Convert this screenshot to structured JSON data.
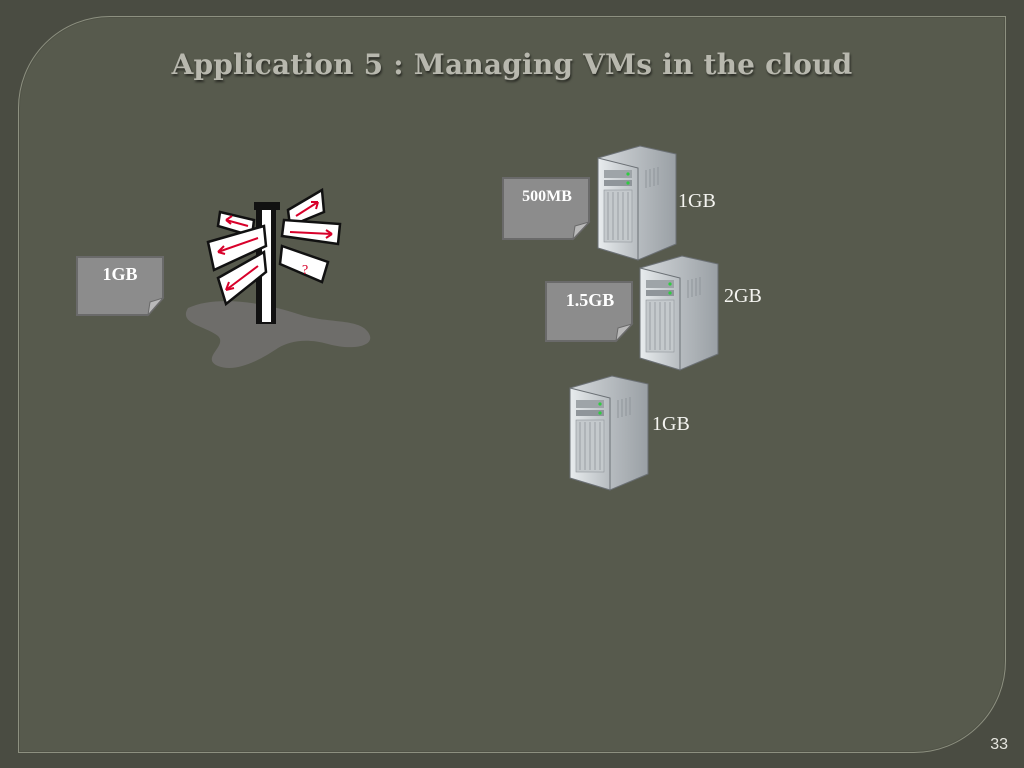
{
  "slide": {
    "title": "Application 5 : Managing VMs in the cloud",
    "page_number": "33"
  },
  "pending_vm": {
    "label": "1GB"
  },
  "servers": [
    {
      "vm_label": "500MB",
      "capacity": "1GB"
    },
    {
      "vm_label": "1.5GB",
      "capacity": "2GB"
    },
    {
      "vm_label": "",
      "capacity": "1GB"
    }
  ],
  "colors": {
    "background": "#4a4c42",
    "panel": "#575a4d",
    "title": "#b8b8ae",
    "vm_card": "#8c8c8c",
    "arrow": "#d8002a"
  },
  "icons": [
    "server-icon",
    "signpost-icon",
    "vm-card-icon"
  ]
}
